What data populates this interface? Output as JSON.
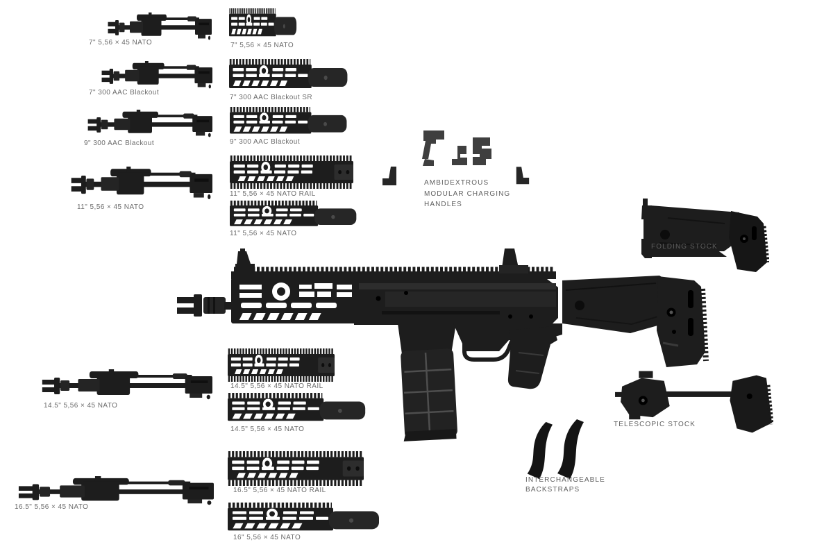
{
  "canvas": {
    "background": "#ffffff",
    "part_color": "#1d1d1d",
    "label_color": "#6b6b6b"
  },
  "barrels": [
    {
      "label": "7\" 5,56 × 45 NATO"
    },
    {
      "label": "7\" 300 AAC Blackout"
    },
    {
      "label": "9\" 300 AAC Blackout"
    },
    {
      "label": "11\" 5,56 × 45 NATO"
    },
    {
      "label": "14.5\" 5,56 × 45 NATO"
    },
    {
      "label": "16.5\" 5,56 × 45 NATO"
    }
  ],
  "handguards": [
    {
      "label": "7\" 5,56 × 45 NATO"
    },
    {
      "label": "7\" 300 AAC Blackout SR"
    },
    {
      "label": "9\" 300 AAC Blackout"
    },
    {
      "label": "11\" 5,56 × 45 NATO RAIL"
    },
    {
      "label": "11\" 5,56 × 45 NATO"
    },
    {
      "label": "14.5\" 5,56 × 45 NATO RAIL"
    },
    {
      "label": "14.5\" 5,56 × 45 NATO"
    },
    {
      "label": "16.5\" 5,56 × 45 NATO RAIL"
    },
    {
      "label": "16\" 5,56 × 45 NATO"
    }
  ],
  "charging_handles": {
    "label_line1": "AMBIDEXTROUS",
    "label_line2": "MODULAR CHARGING",
    "label_line3": "HANDLES"
  },
  "folding_stock": {
    "label": "FOLDING STOCK"
  },
  "telescopic_stock": {
    "label": "TELESCOPIC STOCK"
  },
  "backstraps": {
    "label_line1": "INTERCHANGEABLE",
    "label_line2": "BACKSTRAPS"
  }
}
